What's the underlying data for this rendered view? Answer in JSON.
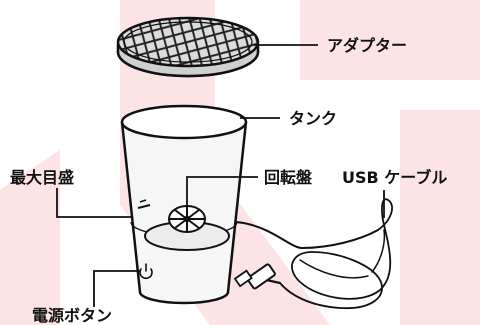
{
  "labels": {
    "adapter": "アダプター",
    "tank": "タンク",
    "max_level": "最大目盛",
    "rotating_disc": "回転盤",
    "usb_cable": "USB ケーブル",
    "power_button": "電源ボタン"
  },
  "colors": {
    "background": "#ffffff",
    "watermark": "#fbe3e6",
    "ink": "#111111",
    "glass_fill": "#f6f6f6",
    "adapter_fill": "#dcdcdc"
  },
  "icons": {
    "power": "power-icon"
  }
}
